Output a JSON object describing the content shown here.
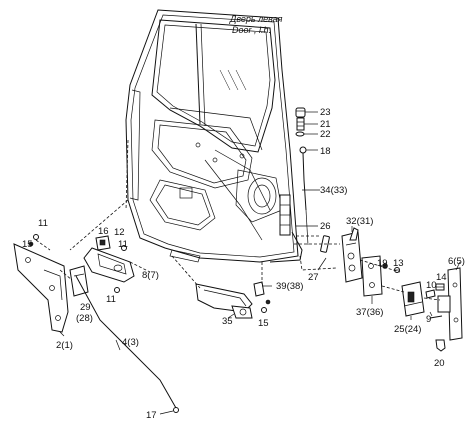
{
  "title": {
    "ru": "Дверь левая",
    "en": "Door , l.h."
  },
  "callouts": {
    "c23": "23",
    "c21": "21",
    "c22": "22",
    "c18": "18",
    "c34_33": "34(33)",
    "c26": "26",
    "c32_31": "32(31)",
    "c11a": "11",
    "c15a": "15",
    "c16": "16",
    "c12": "12",
    "c11b": "11",
    "c8_7": "8(7)",
    "c27": "27",
    "c6_5": "6(5)",
    "c19": "19",
    "c13": "13",
    "c14": "14",
    "c10": "10",
    "c39_38": "39(38)",
    "c37_36": "37(36)",
    "c29": "29",
    "c28": "(28)",
    "c11c": "11",
    "c15b": "15",
    "c35": "35",
    "c25_24": "25(24)",
    "c9": "9",
    "c2_1": "2(1)",
    "c4_3": "4(3)",
    "c20": "20",
    "c17": "17"
  },
  "colors": {
    "ink": "#111111",
    "background": "#ffffff"
  }
}
